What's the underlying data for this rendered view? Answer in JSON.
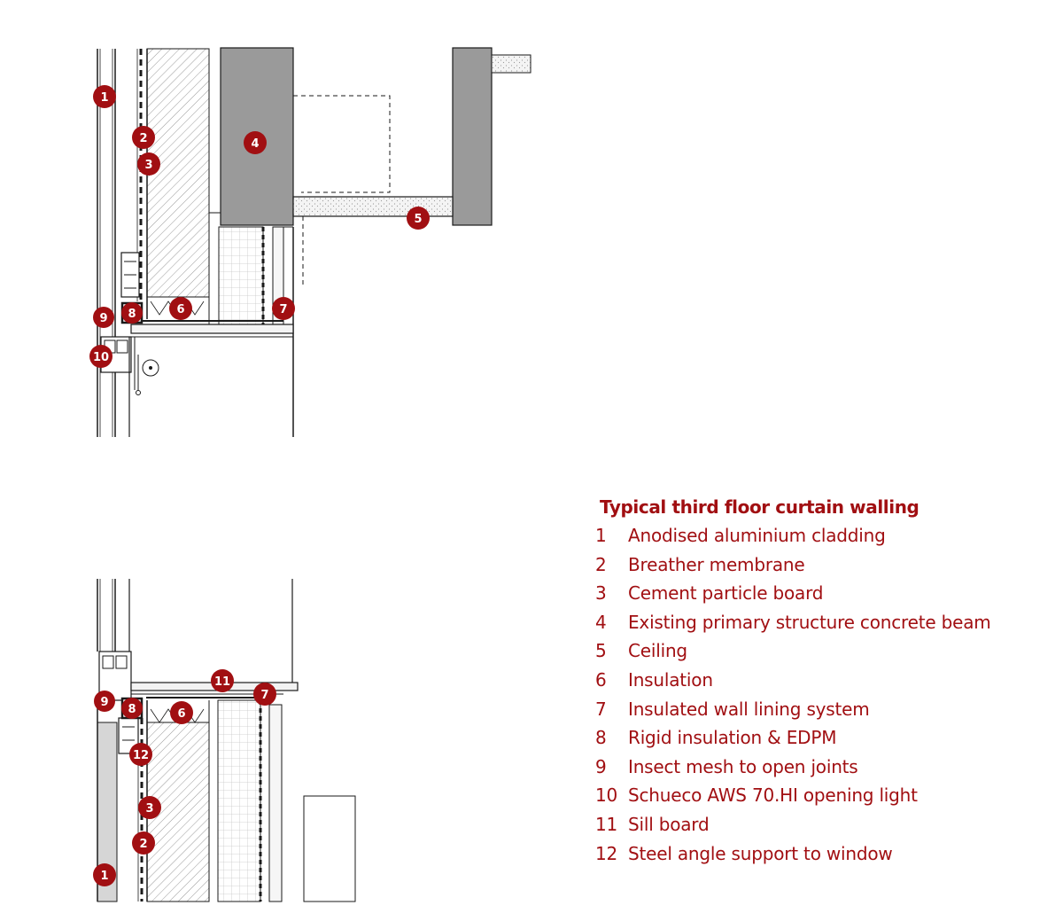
{
  "legend": {
    "title": "Typical third floor curtain walling",
    "items": [
      {
        "number": "1",
        "label": "Anodised aluminium cladding"
      },
      {
        "number": "2",
        "label": "Breather membrane"
      },
      {
        "number": "3",
        "label": "Cement particle board"
      },
      {
        "number": "4",
        "label": "Existing primary structure concrete beam"
      },
      {
        "number": "5",
        "label": "Ceiling"
      },
      {
        "number": "6",
        "label": "Insulation"
      },
      {
        "number": "7",
        "label": "Insulated wall lining system"
      },
      {
        "number": "8",
        "label": "Rigid insulation & EDPM"
      },
      {
        "number": "9",
        "label": "Insect mesh to open joints"
      },
      {
        "number": "10",
        "label": "Schueco AWS 70.HI opening light"
      },
      {
        "number": "11",
        "label": "Sill board"
      },
      {
        "number": "12",
        "label": "Steel angle support to window"
      }
    ]
  },
  "callouts": {
    "top_section": [
      "1",
      "2",
      "3",
      "4",
      "5",
      "6",
      "7",
      "8",
      "9",
      "10"
    ],
    "bottom_section": [
      "11",
      "7",
      "9",
      "8",
      "6",
      "12",
      "3",
      "2",
      "1"
    ]
  },
  "colors": {
    "accent": "#a10f12",
    "concrete": "#9a9a9a",
    "line": "#1a1a1a"
  }
}
